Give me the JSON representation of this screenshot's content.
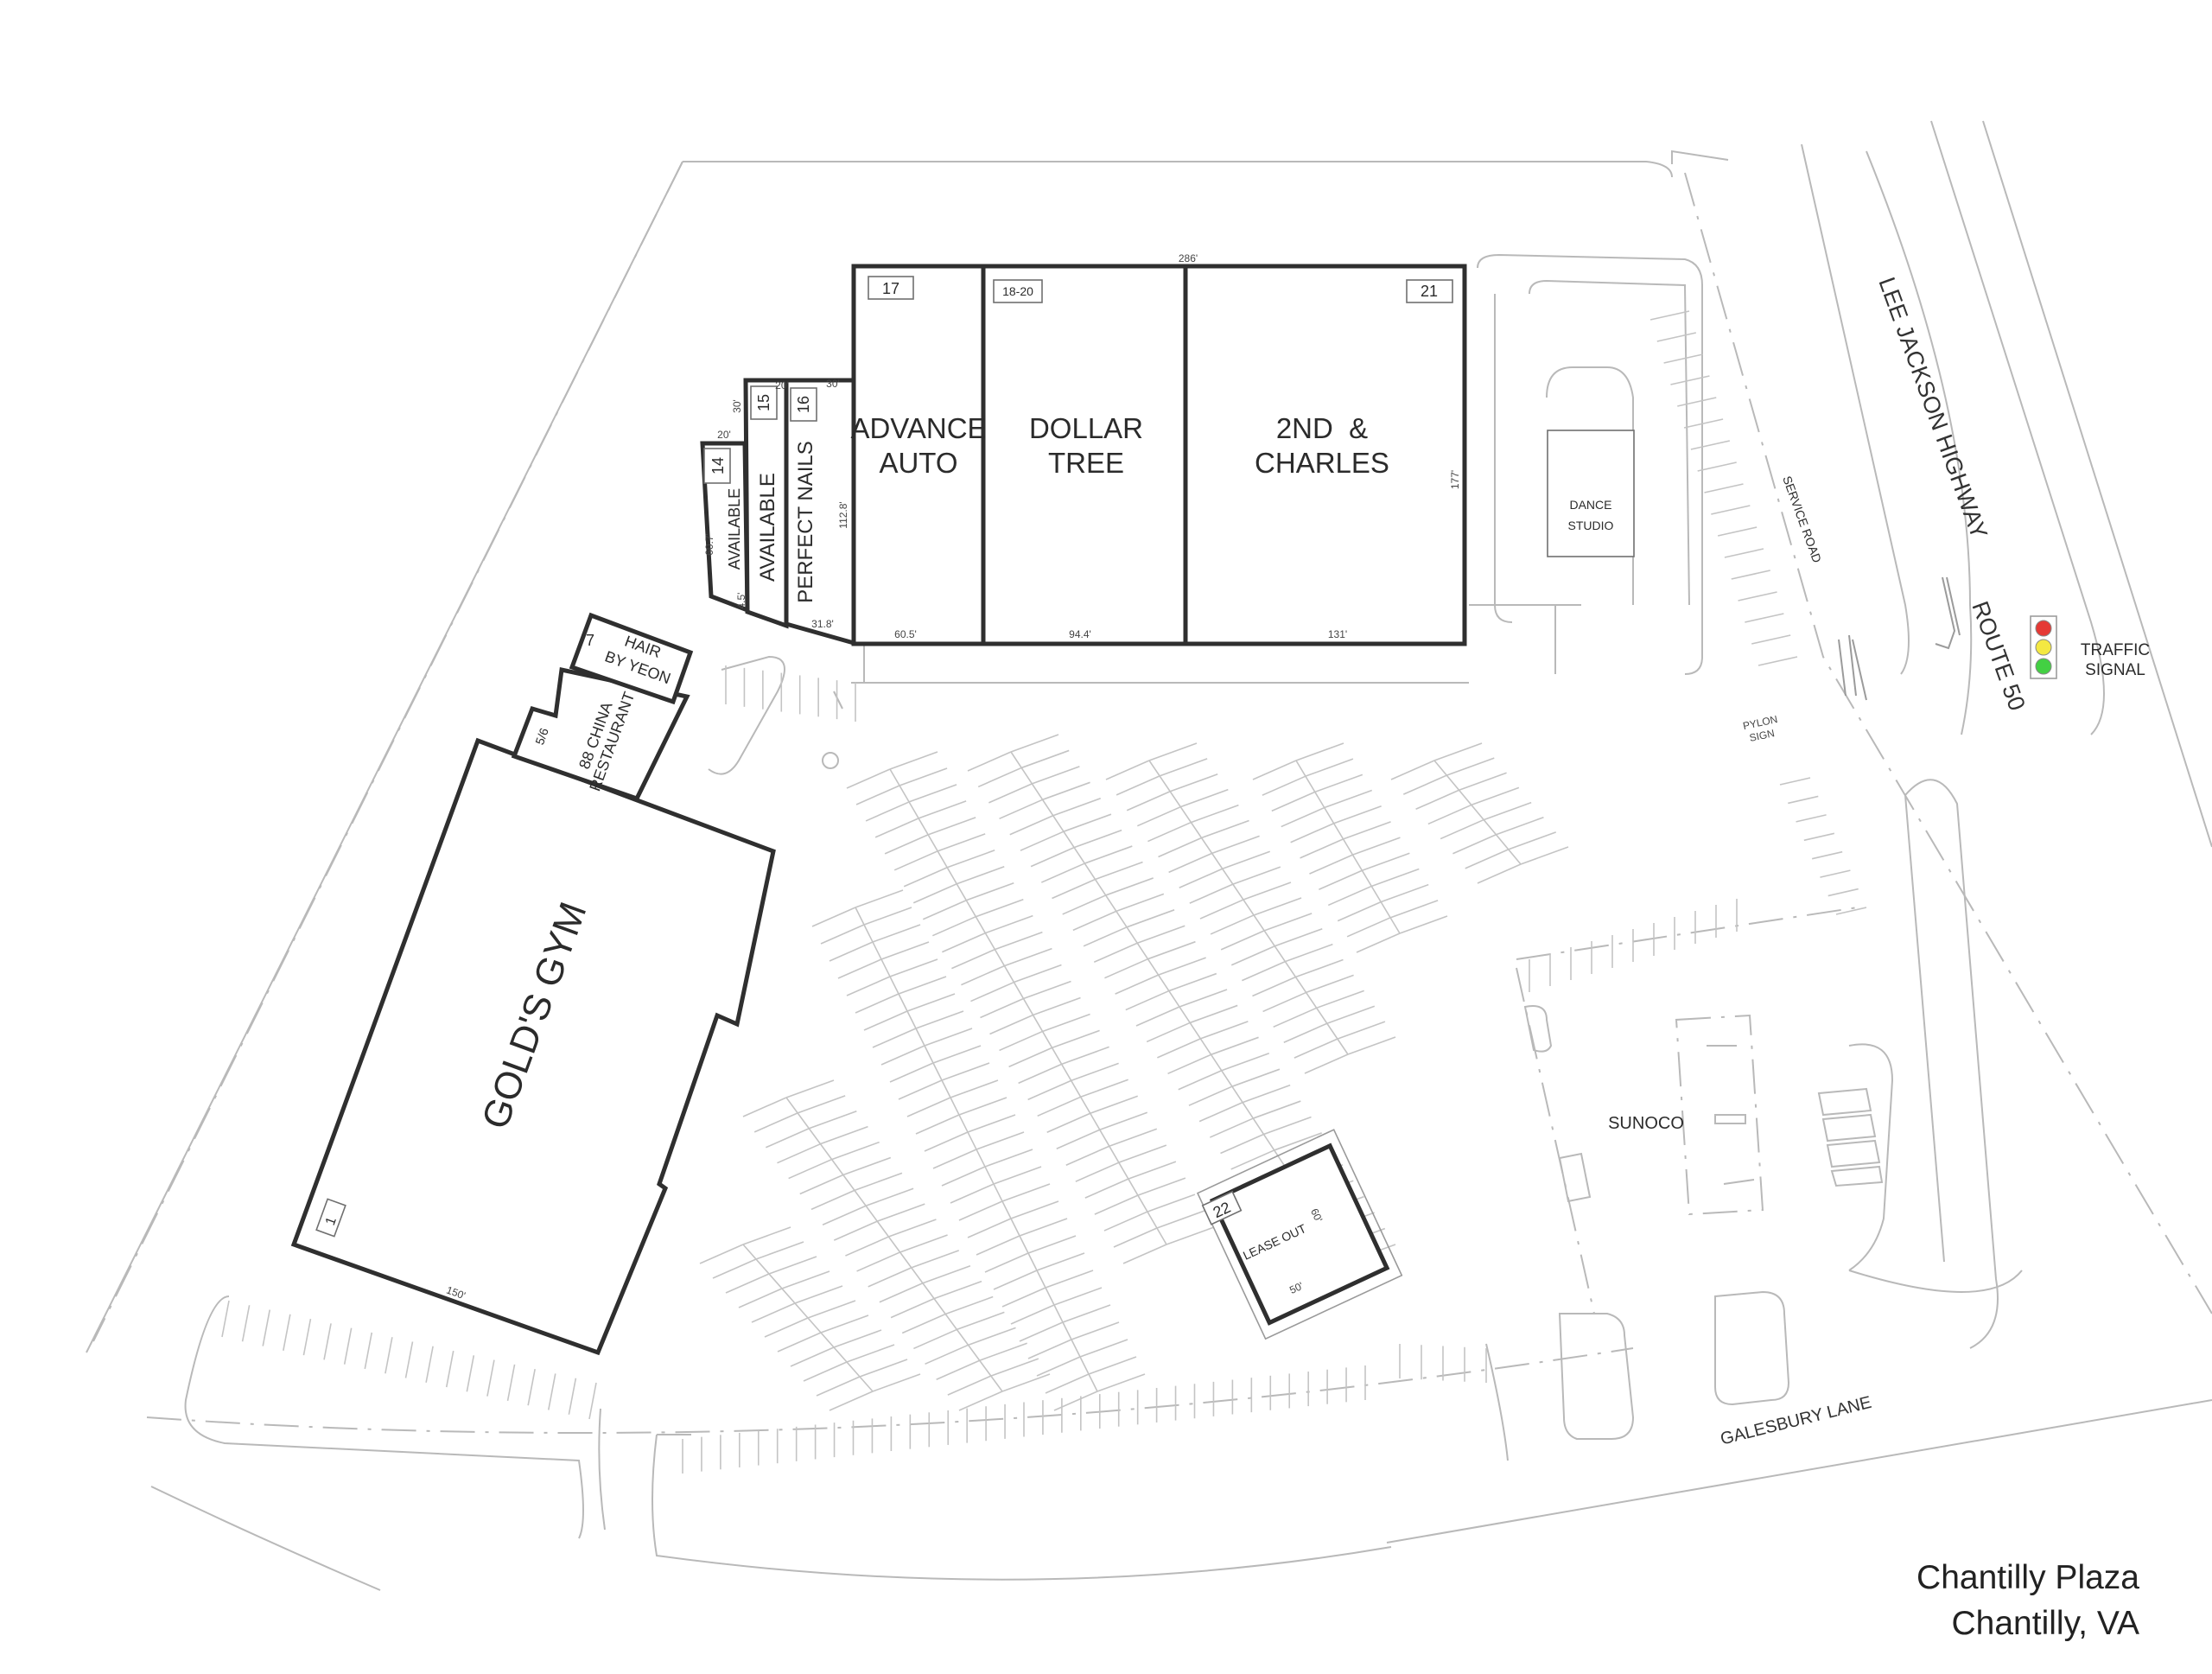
{
  "map": {
    "title_line1": "Chantilly Plaza",
    "title_line2": "Chantilly, VA",
    "roads": {
      "highway": "LEE JACKSON HIGHWAY",
      "route": "ROUTE 50",
      "service_road": "SERVICE ROAD",
      "lane": "GALESBURY LANE"
    },
    "traffic_signal": {
      "line1": "TRAFFIC",
      "line2": "SIGNAL",
      "colors": [
        "#e53935",
        "#f4e842",
        "#43d043"
      ]
    },
    "pylon_sign": {
      "line1": "PYLON",
      "line2": "SIGN"
    },
    "dance_studio": {
      "line1": "DANCE",
      "line2": "STUDIO"
    },
    "gas_station": "SUNOCO",
    "units": [
      {
        "number": "1",
        "name": "GOLD'S GYM",
        "dimension": "150'"
      },
      {
        "number": "5/6",
        "name_line1": "88 CHINA",
        "name_line2": "RESTAURANT"
      },
      {
        "number": "7",
        "name_line1": "HAIR",
        "name_line2": "BY YEON"
      },
      {
        "number": "14",
        "name": "AVAILABLE",
        "dims": [
          "20'",
          "60.7'",
          "4.5'"
        ]
      },
      {
        "number": "15",
        "name": "AVAILABLE",
        "dims": [
          "30'"
        ]
      },
      {
        "number": "16",
        "name": "PERFECT NAILS",
        "dims": [
          "20'",
          "30'",
          "112.8'",
          "31.8'"
        ]
      },
      {
        "number": "17",
        "name_line1": "ADVANCE",
        "name_line2": "AUTO",
        "dimension": "60.5'"
      },
      {
        "number": "18-20",
        "name_line1": "DOLLAR",
        "name_line2": "TREE",
        "dimension": "94.4'"
      },
      {
        "number": "21",
        "name_line1": "2ND  &",
        "name_line2": "CHARLES",
        "dimension": "131'"
      },
      {
        "number": "22",
        "name": "LEASE OUT",
        "dims": [
          "50'",
          "60'"
        ]
      }
    ],
    "overall_width": "286'",
    "overall_depth": "177'"
  }
}
